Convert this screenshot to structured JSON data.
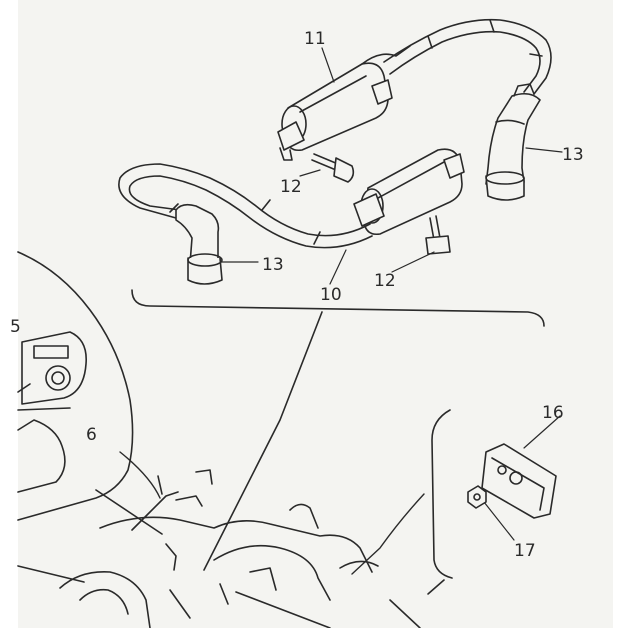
{
  "callouts": {
    "c11": "11",
    "c13_right": "13",
    "c12_upper": "12",
    "c13_left": "13",
    "c10": "10",
    "c12_lower": "12",
    "c5": "5",
    "c6": "6",
    "c16": "16",
    "c17": "17"
  },
  "colors": {
    "paper": "#f4f4f1",
    "ink": "#2a2a2a",
    "shading": "#b8b8b4"
  }
}
